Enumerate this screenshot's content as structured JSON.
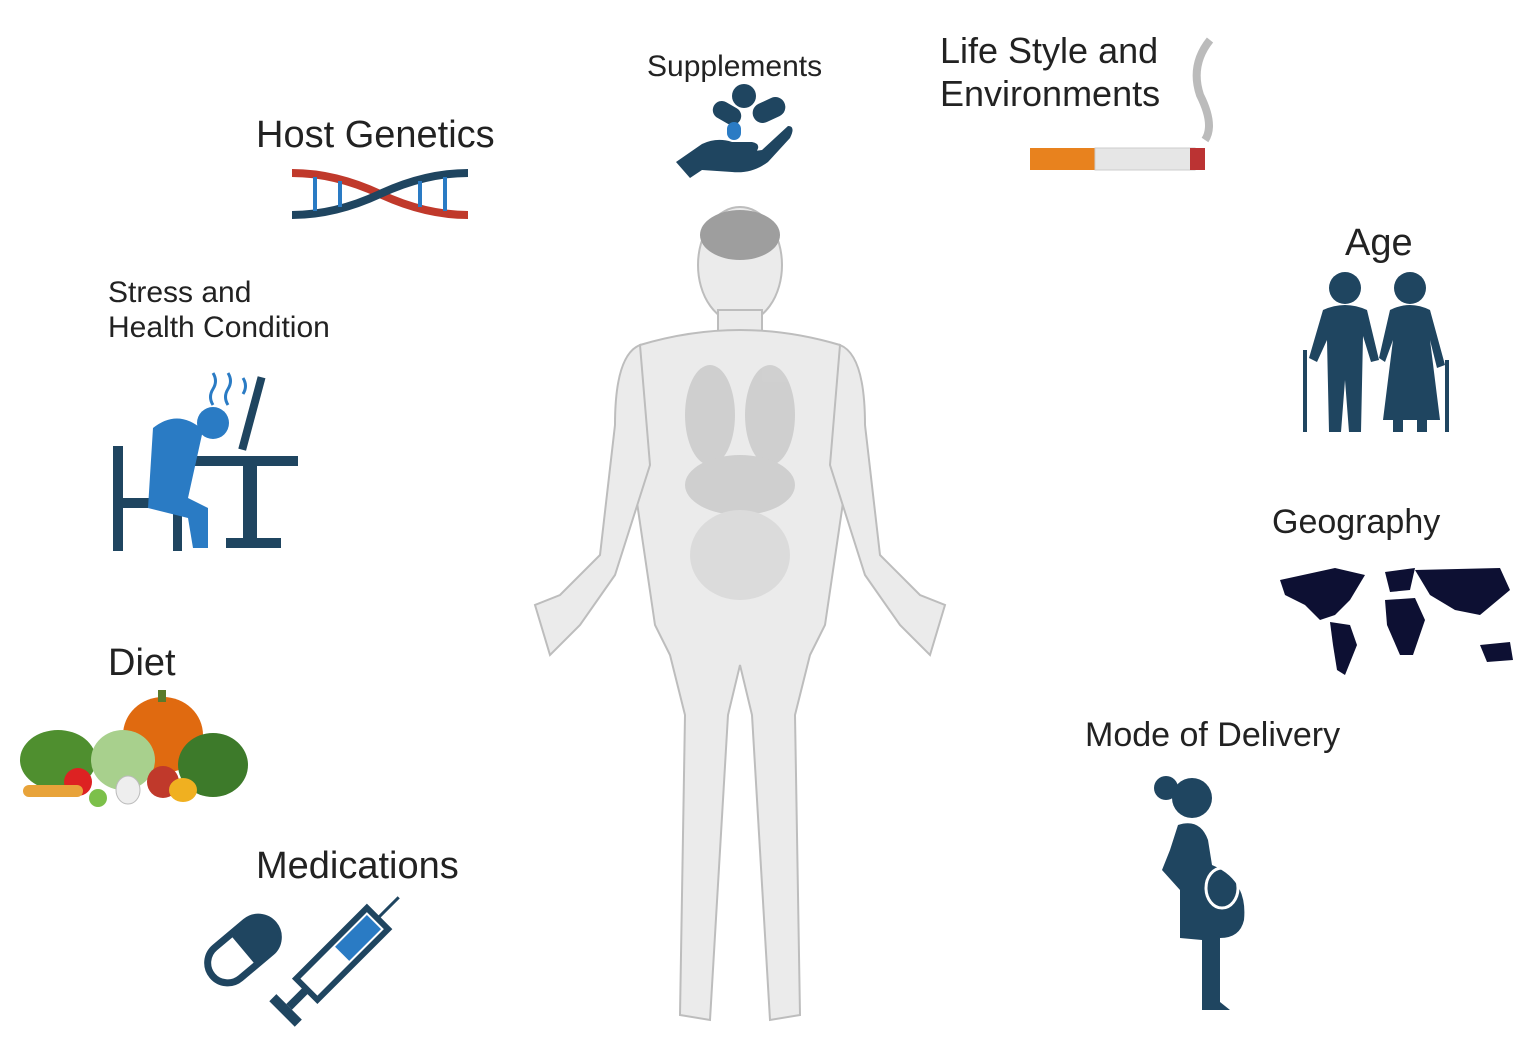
{
  "title": "Factors influencing the human microbiome",
  "factors": {
    "host_genetics": "Host Genetics",
    "supplements": "Supplements",
    "lifestyle_line1": "Life Style and",
    "lifestyle_line2": "Environments",
    "age": "Age",
    "stress_line1": "Stress and",
    "stress_line2": "Health Condition",
    "geography": "Geography",
    "diet": "Diet",
    "mode_of_delivery": "Mode of Delivery",
    "medications": "Medications"
  },
  "colors": {
    "icon_dark": "#1f4560",
    "icon_blue": "#2a7bc4",
    "dna_red": "#c0392b",
    "body_gray": "#e6e6e6",
    "map_navy": "#0d1033"
  }
}
